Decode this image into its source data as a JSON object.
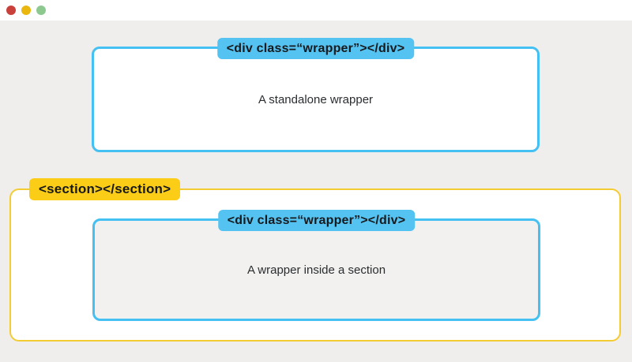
{
  "window": {
    "traffic_lights": [
      {
        "name": "red-light",
        "color": "#c9403a"
      },
      {
        "name": "yellow-light",
        "color": "#e9b70e"
      },
      {
        "name": "green-light",
        "color": "#8dc98f"
      }
    ],
    "titlebar_background": "#ffffff",
    "page_background": "#efeeec"
  },
  "diagram": {
    "standalone_wrapper": {
      "tag_label": "<div class=“wrapper”></div>",
      "caption": "A standalone wrapper"
    },
    "section": {
      "tag_label": "<section></section>",
      "nested_wrapper": {
        "tag_label": "<div class=“wrapper”></div>",
        "caption": "A wrapper inside a section"
      }
    },
    "colors": {
      "wrapper_border": "#45c0f2",
      "wrapper_badge_background": "#55c3f2",
      "section_border": "#f3cc33",
      "section_badge_background": "#fccd17",
      "nested_wrapper_fill": "#f2f1ef"
    }
  }
}
